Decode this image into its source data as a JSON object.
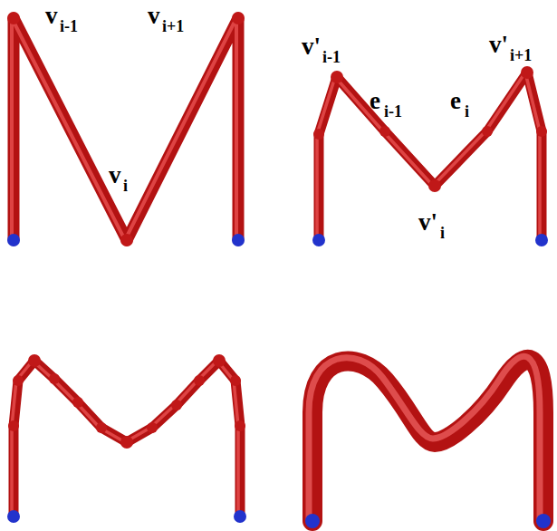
{
  "diagram": {
    "labels": [
      "v",
      "i-1",
      "v",
      "i+1",
      "v",
      "i",
      "v'",
      "i-1",
      "v'",
      "i+1",
      "e",
      "i-1",
      "e",
      "i",
      "v'",
      "i"
    ]
  }
}
